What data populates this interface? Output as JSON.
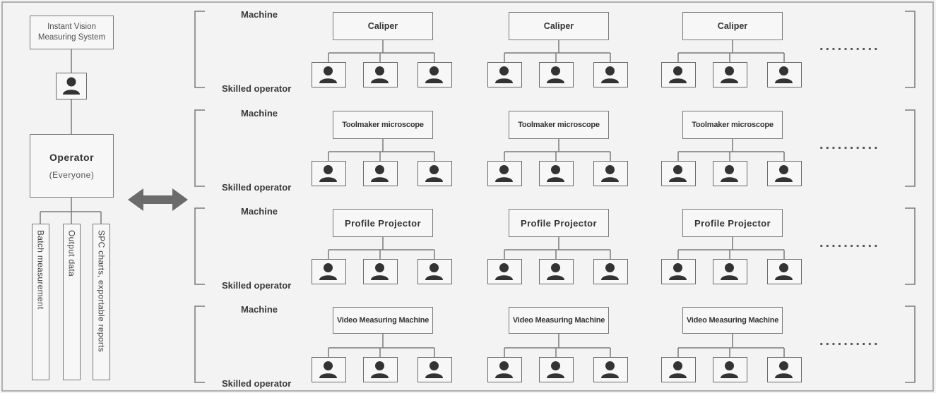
{
  "left": {
    "system_title": "Instant Vision\nMeasuring System",
    "operator_title": "Operator",
    "operator_subtitle": "(Everyone)",
    "outputs": [
      "Batch measurement",
      "Output data",
      "SPC charts, exportable reports"
    ]
  },
  "rows": [
    {
      "machine_label": "Machine",
      "operator_label": "Skilled operator",
      "machine_name": "Caliper"
    },
    {
      "machine_label": "Machine",
      "operator_label": "Skilled operator",
      "machine_name": "Toolmaker microscope"
    },
    {
      "machine_label": "Machine",
      "operator_label": "Skilled operator",
      "machine_name": "Profile Projector"
    },
    {
      "machine_label": "Machine",
      "operator_label": "Skilled operator",
      "machine_name": "Video Measuring Machine"
    }
  ],
  "ellipsis": "..........",
  "colors": {
    "background": "#f3f3f3",
    "line": "#7a7a7a",
    "arrow": "#6b6b6b",
    "person_icon": "#333333"
  },
  "icons": {
    "operator": "person-icon",
    "arrow": "double-arrow-icon"
  }
}
